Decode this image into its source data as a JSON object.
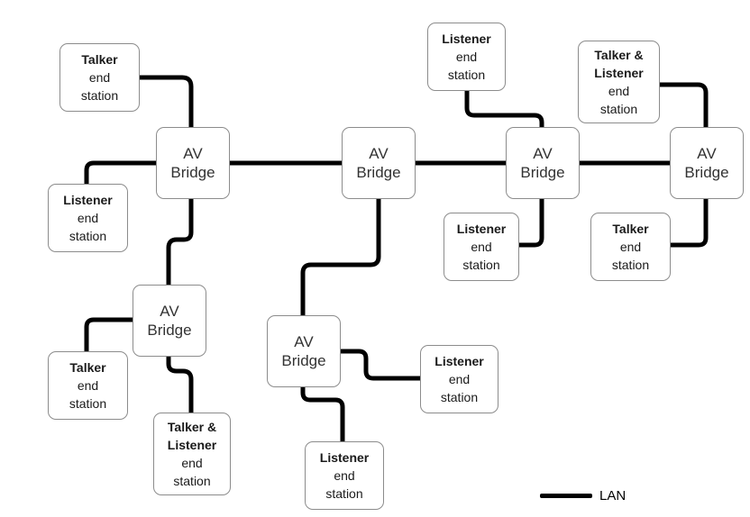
{
  "diagram": {
    "bridges": [
      {
        "id": "b1",
        "lines": [
          "AV",
          "Bridge"
        ]
      },
      {
        "id": "b2",
        "lines": [
          "AV",
          "Bridge"
        ]
      },
      {
        "id": "b3",
        "lines": [
          "AV",
          "Bridge"
        ]
      },
      {
        "id": "b4",
        "lines": [
          "AV",
          "Bridge"
        ]
      },
      {
        "id": "b5",
        "lines": [
          "AV",
          "Bridge"
        ]
      },
      {
        "id": "b6",
        "lines": [
          "AV",
          "Bridge"
        ]
      }
    ],
    "stations": [
      {
        "id": "s1",
        "role": [
          "Talker"
        ],
        "lines": [
          "end",
          "station"
        ]
      },
      {
        "id": "s2",
        "role": [
          "Listener"
        ],
        "lines": [
          "end",
          "station"
        ]
      },
      {
        "id": "s3",
        "role": [
          "Talker"
        ],
        "lines": [
          "end",
          "station"
        ]
      },
      {
        "id": "s4",
        "role": [
          "Talker &",
          "Listener"
        ],
        "lines": [
          "end",
          "station"
        ]
      },
      {
        "id": "s5",
        "role": [
          "Listener"
        ],
        "lines": [
          "end",
          "station"
        ]
      },
      {
        "id": "s6",
        "role": [
          "Listener"
        ],
        "lines": [
          "end",
          "station"
        ]
      },
      {
        "id": "s7",
        "role": [
          "Listener"
        ],
        "lines": [
          "end",
          "station"
        ]
      },
      {
        "id": "s8",
        "role": [
          "Listener"
        ],
        "lines": [
          "end",
          "station"
        ]
      },
      {
        "id": "s9",
        "role": [
          "Talker &",
          "Listener"
        ],
        "lines": [
          "end",
          "station"
        ]
      },
      {
        "id": "s10",
        "role": [
          "Talker"
        ],
        "lines": [
          "end",
          "station"
        ]
      }
    ],
    "links": [
      [
        "s1",
        "b1"
      ],
      [
        "s2",
        "b1"
      ],
      [
        "b1",
        "b2"
      ],
      [
        "b1",
        "b3"
      ],
      [
        "s3",
        "b2"
      ],
      [
        "s4",
        "b2"
      ],
      [
        "b3",
        "b4"
      ],
      [
        "b3",
        "b5"
      ],
      [
        "s5",
        "b4"
      ],
      [
        "s6",
        "b4"
      ],
      [
        "s7",
        "b5"
      ],
      [
        "s8",
        "b5"
      ],
      [
        "b5",
        "b6"
      ],
      [
        "s9",
        "b6"
      ],
      [
        "s10",
        "b6"
      ]
    ],
    "link_color": "#000000"
  },
  "legend": {
    "label": "LAN"
  }
}
